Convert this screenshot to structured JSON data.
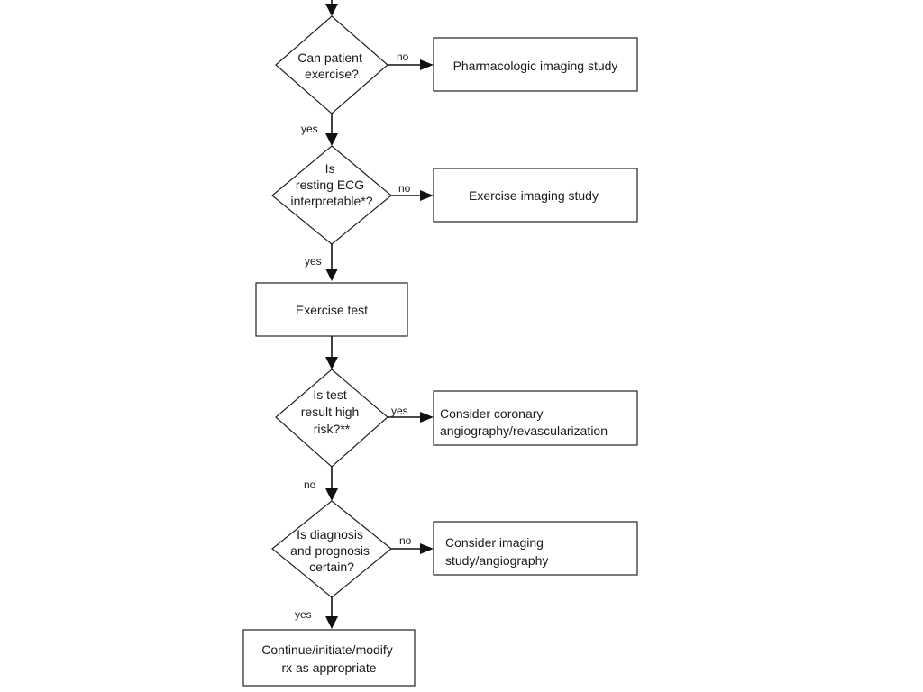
{
  "decisions": {
    "exercise": [
      "Can patient",
      "exercise?"
    ],
    "ecg": [
      "Is",
      "resting ECG",
      "interpretable*?"
    ],
    "risk": [
      "Is test",
      "result high",
      "risk?**"
    ],
    "certain": [
      "Is diagnosis",
      "and prognosis",
      "certain?"
    ]
  },
  "boxes": {
    "pharmacologic": [
      "Pharmacologic imaging study"
    ],
    "exercise_imaging": [
      "Exercise imaging study"
    ],
    "exercise_test": [
      "Exercise test"
    ],
    "angiography": [
      "Consider coronary",
      "angiography/revascularization"
    ],
    "imaging_angio": [
      "Consider imaging",
      "study/angiography"
    ],
    "continue": [
      "Continue/initiate/modify",
      "rx as appropriate"
    ]
  },
  "edge_labels": {
    "exercise_no": "no",
    "exercise_yes": "yes",
    "ecg_no": "no",
    "ecg_yes": "yes",
    "risk_yes": "yes",
    "risk_no": "no",
    "certain_no": "no",
    "certain_yes": "yes"
  }
}
